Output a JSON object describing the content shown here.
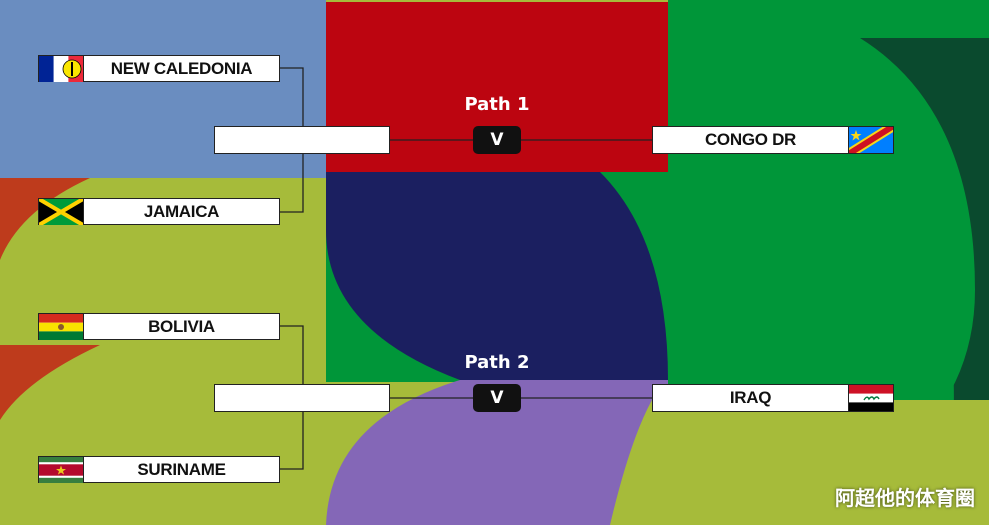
{
  "colors": {
    "blue": "#6A8DC0",
    "red": "#BC0510",
    "green": "#009639",
    "dark_green": "#0A4A2E",
    "olive": "#A6BB3A",
    "navy": "#1B1F60",
    "purple": "#8467B7",
    "orange": "#BE3B1C"
  },
  "path1": {
    "label": "Path 1",
    "vs": "V",
    "team_a": {
      "name": "NEW CALEDONIA",
      "flag": "new-caledonia-flag"
    },
    "team_b": {
      "name": "JAMAICA",
      "flag": "jamaica-flag"
    },
    "seeded": {
      "name": "CONGO DR",
      "flag": "congo-dr-flag"
    }
  },
  "path2": {
    "label": "Path 2",
    "vs": "V",
    "team_a": {
      "name": "BOLIVIA",
      "flag": "bolivia-flag"
    },
    "team_b": {
      "name": "SURINAME",
      "flag": "suriname-flag"
    },
    "seeded": {
      "name": "IRAQ",
      "flag": "iraq-flag"
    }
  },
  "watermark": "阿超他的体育圈"
}
